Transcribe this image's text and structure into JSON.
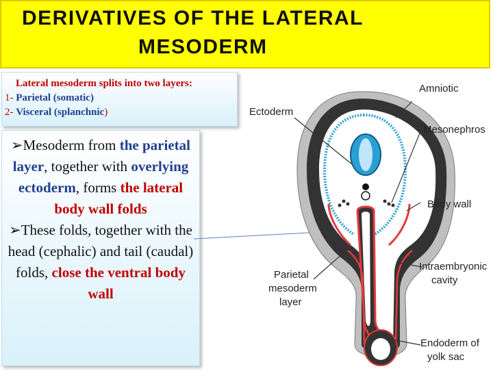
{
  "title": {
    "line1": "Derivatives of the lateral",
    "line2": "mesoderm"
  },
  "layers_box": {
    "heading": "Lateral mesoderm splits into two layers:",
    "items": [
      {
        "prefix": "1- ",
        "name": "Parietal (somatic)",
        "suffix": ""
      },
      {
        "prefix": "2- ",
        "name": "Visceral (splanchnic",
        "suffix": ")"
      }
    ]
  },
  "main_text": {
    "bullet_symbol": "➢",
    "para1": {
      "t1": "Mesoderm from ",
      "t2": "the parietal layer",
      "t3": ", together with ",
      "t4": "overlying ectoderm",
      "t5": ", forms ",
      "t6": "the lateral body wall folds"
    },
    "para2": {
      "t1": "These folds, together with the head (cephalic) and tail (caudal) folds, ",
      "t2": "close the ventral body wall"
    }
  },
  "figure": {
    "labels": {
      "amniotic": "Amniotic",
      "ectoderm": "Ectoderm",
      "mesonephros": "Mesonephros",
      "body_wall": "Body wall",
      "intraembryonic_1": "Intraembryonic",
      "intraembryonic_2": "cavity",
      "parietal_1": "Parietal",
      "parietal_2": "mesoderm",
      "parietal_3": "layer",
      "endoderm_1": "Endoderm of",
      "endoderm_2": "yolk sac"
    }
  },
  "colors": {
    "title_bg": "#ffff00",
    "accent_red": "#c00000",
    "accent_blue": "#1f3f8f",
    "ectoderm_blue": "#2a9fd6",
    "mesoderm_red": "#e23b3b"
  }
}
